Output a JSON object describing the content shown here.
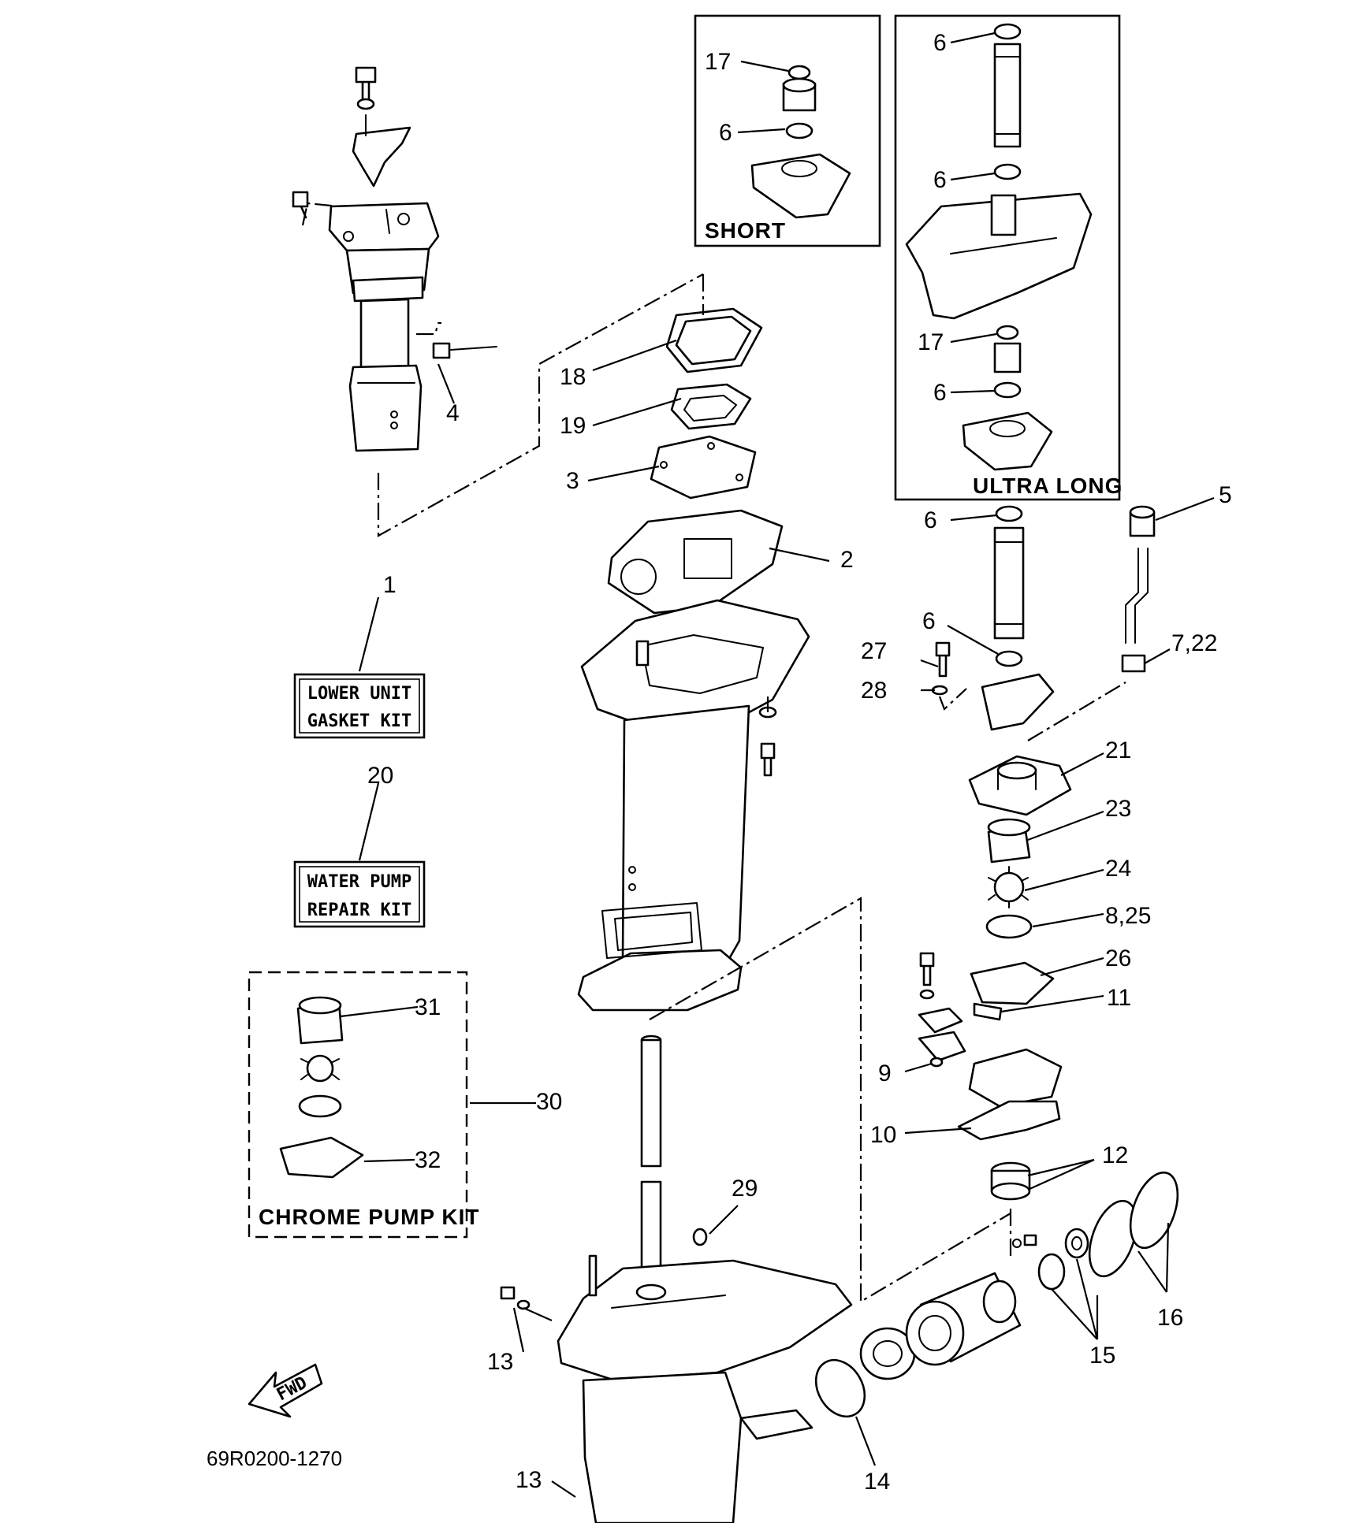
{
  "diagram": {
    "drawing_code": "69R0200-1270",
    "fwd_arrow_label": "FWD",
    "kits": {
      "lower_unit": [
        "LOWER UNIT",
        "GASKET KIT"
      ],
      "water_pump": [
        "WATER PUMP",
        "REPAIR KIT"
      ]
    },
    "boxes": {
      "short": "SHORT",
      "ultra_long": "ULTRA LONG",
      "chrome_pump_kit": "CHROME PUMP KIT"
    },
    "callouts": {
      "p1": "1",
      "p2": "2",
      "p3": "3",
      "p4": "4",
      "p5": "5",
      "p6a": "6",
      "p6b": "6",
      "p6c": "6",
      "p6d": "6",
      "p6e": "6",
      "p6f": "6",
      "p7_22": "7,22",
      "p8_25": "8,25",
      "p9": "9",
      "p10": "10",
      "p11": "11",
      "p12": "12",
      "p13a": "13",
      "p13b": "13",
      "p14": "14",
      "p15": "15",
      "p16": "16",
      "p17a": "17",
      "p17b": "17",
      "p18": "18",
      "p19": "19",
      "p20": "20",
      "p21": "21",
      "p23": "23",
      "p24": "24",
      "p26": "26",
      "p27": "27",
      "p28": "28",
      "p29": "29",
      "p30": "30",
      "p31": "31",
      "p32": "32"
    }
  }
}
